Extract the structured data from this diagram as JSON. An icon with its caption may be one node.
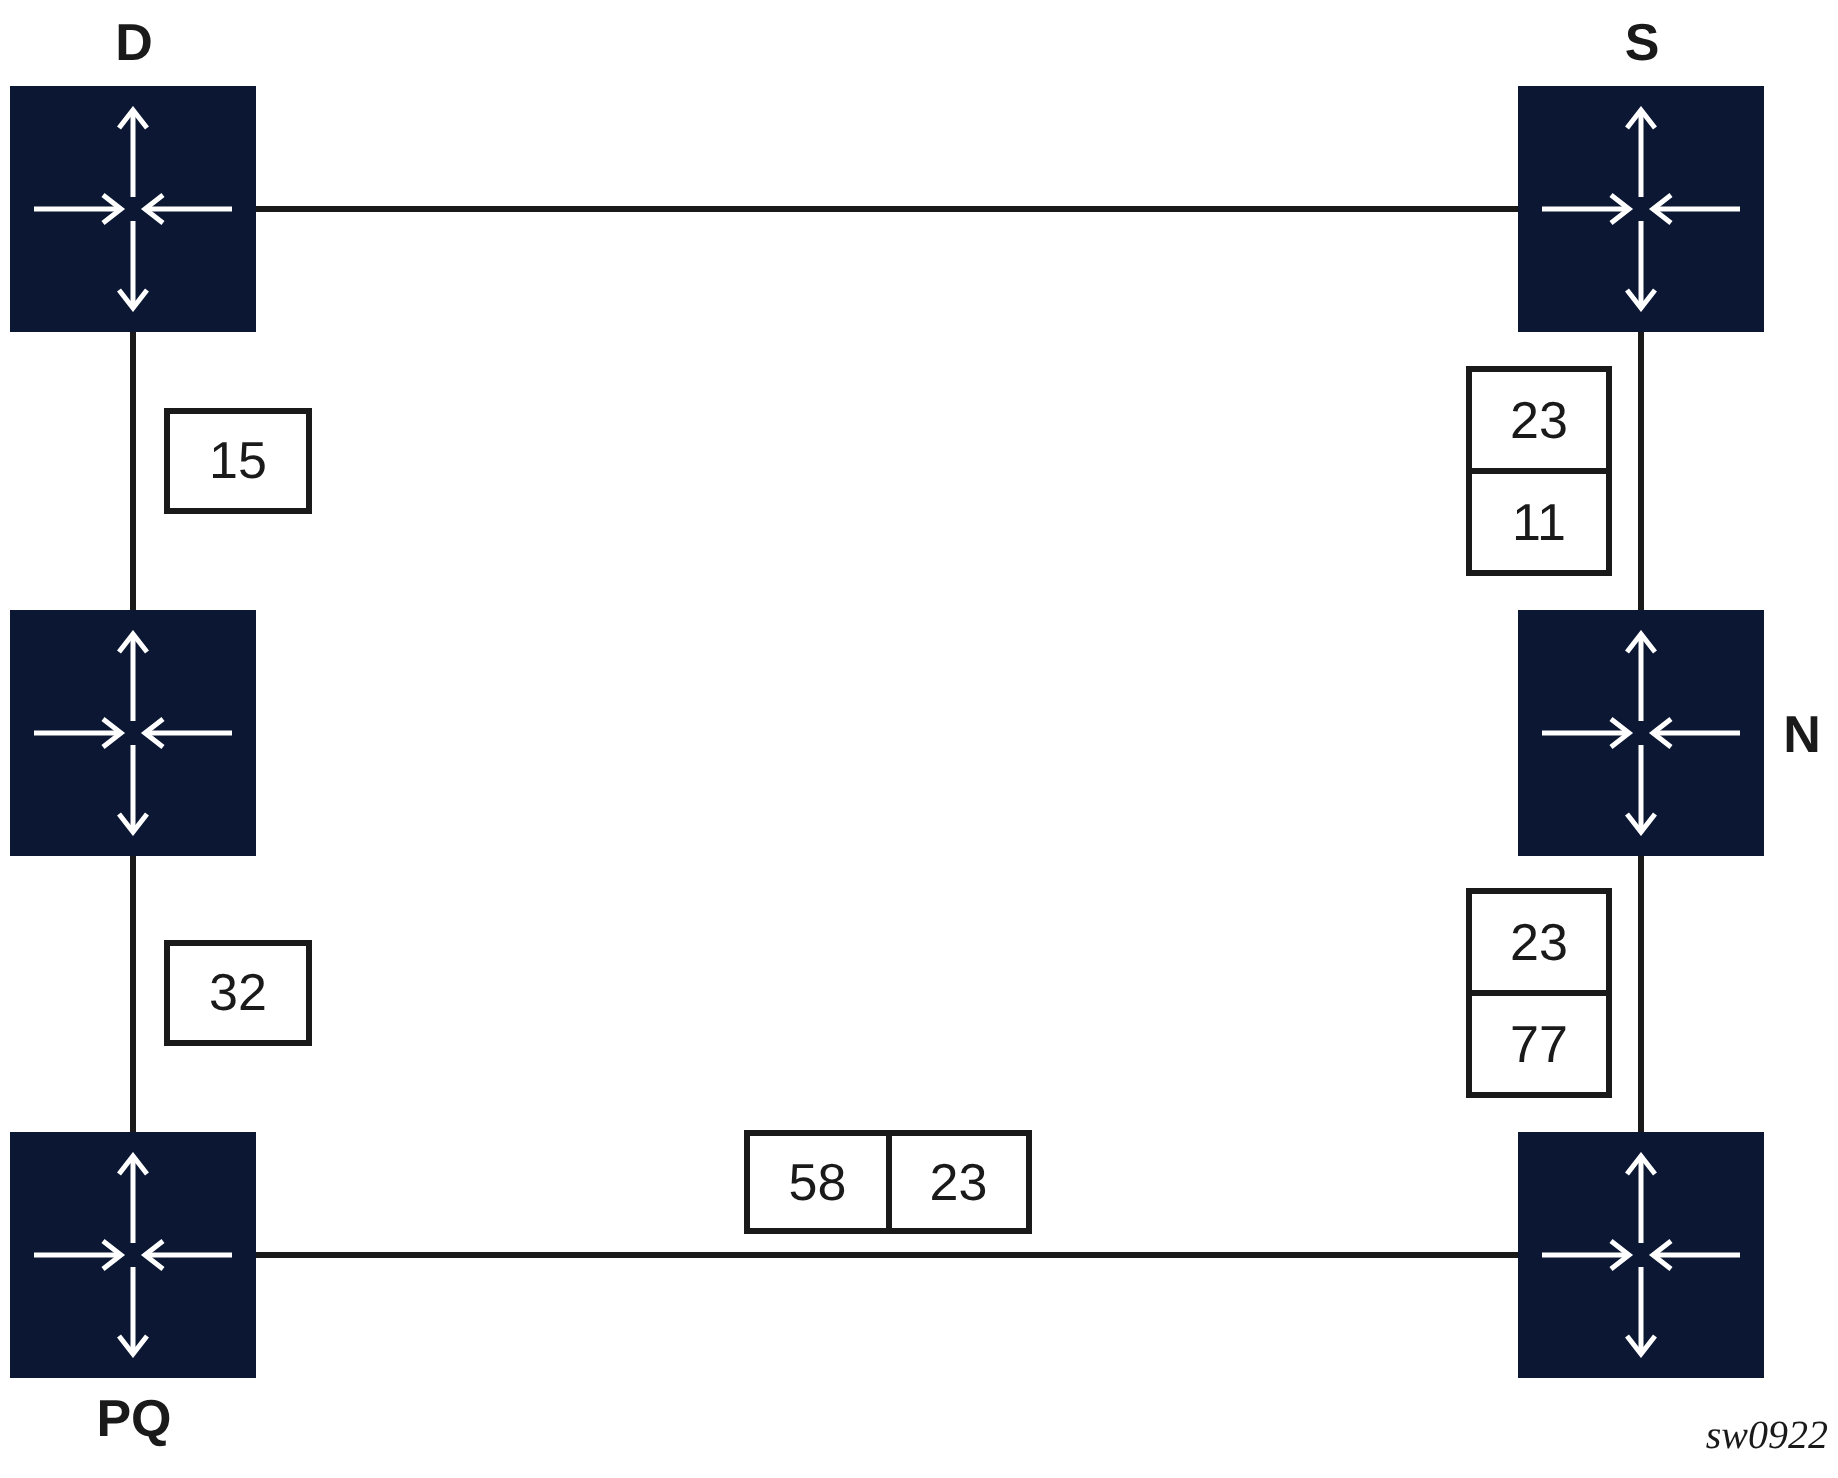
{
  "diagram": {
    "nodes": [
      {
        "text": [],
        "shape": "box",
        "beside": [
          "D"
        ]
      },
      {
        "text": [],
        "shape": "box",
        "beside": [
          "S"
        ]
      },
      {
        "text": [
          "15"
        ]
      },
      {
        "text": [
          "23",
          "11"
        ]
      },
      {
        "text": [],
        "shape": "box"
      },
      {
        "text": [],
        "shape": "box",
        "beside": [
          "N"
        ]
      },
      {
        "text": [
          "32"
        ]
      },
      {
        "text": [
          "23",
          "77"
        ]
      },
      {
        "text": [],
        "shape": "box",
        "beside": [
          "PQ"
        ]
      },
      {
        "text": [
          "58",
          "23"
        ]
      },
      {
        "text": [],
        "shape": "box"
      }
    ],
    "edges": [
      {
        "from": 0,
        "to": 1,
        "arrow": "none"
      },
      {
        "from": 0,
        "to": 4,
        "arrow": "none"
      },
      {
        "from": 4,
        "to": 8,
        "arrow": "none"
      },
      {
        "from": 1,
        "to": 5,
        "arrow": "none"
      },
      {
        "from": 5,
        "to": 10,
        "arrow": "none"
      },
      {
        "from": 8,
        "to": 10,
        "arrow": "none"
      }
    ],
    "labels": [
      "sw0922"
    ]
  }
}
